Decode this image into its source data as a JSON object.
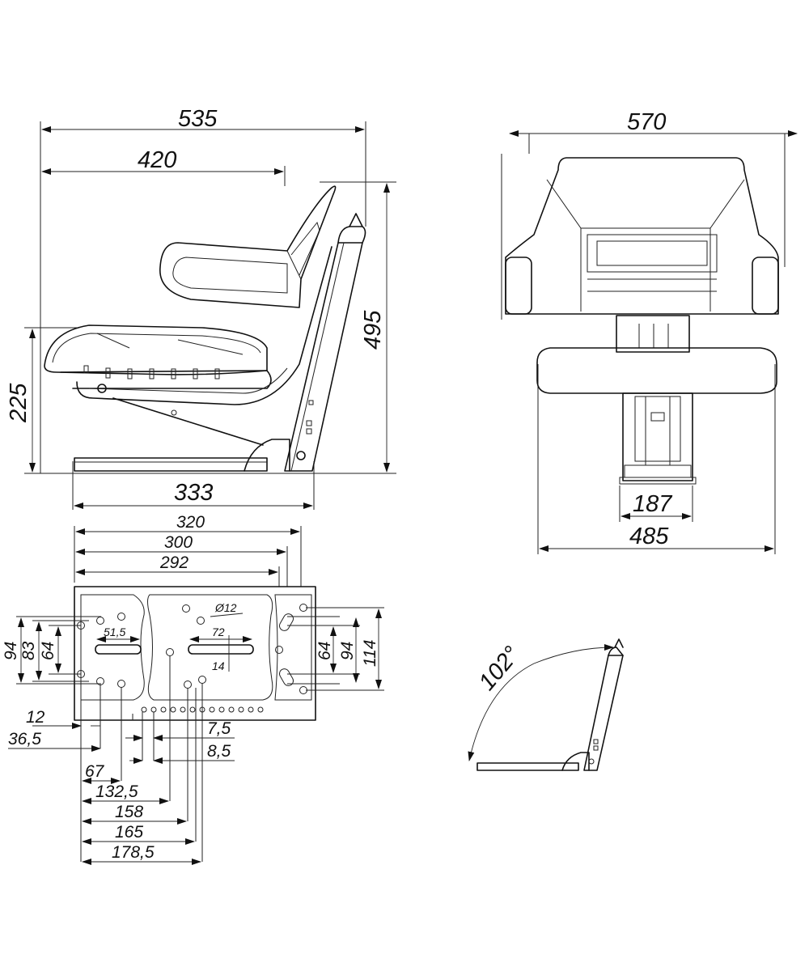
{
  "side_view": {
    "overall_length": "535",
    "armrest_length": "420",
    "overall_height": "495",
    "seat_height": "225",
    "base_length": "333"
  },
  "front_view": {
    "overall_width": "570",
    "seat_width": "485",
    "column_width": "187"
  },
  "base_plate": {
    "length_outer": "320",
    "length_mid": "300",
    "length_inner": "292",
    "slot_length_left": "51,5",
    "slot_length_center": "72",
    "slot_width": "14",
    "hole_diameter": "Ø12",
    "left_heights": [
      "94",
      "83",
      "64"
    ],
    "right_heights": [
      "64",
      "94",
      "114"
    ],
    "offsets_small": [
      "12",
      "36,5",
      "7,5",
      "8,5"
    ],
    "offsets_long": [
      "67",
      "132,5",
      "158",
      "165",
      "178,5"
    ]
  },
  "recline": {
    "angle": "102°"
  }
}
